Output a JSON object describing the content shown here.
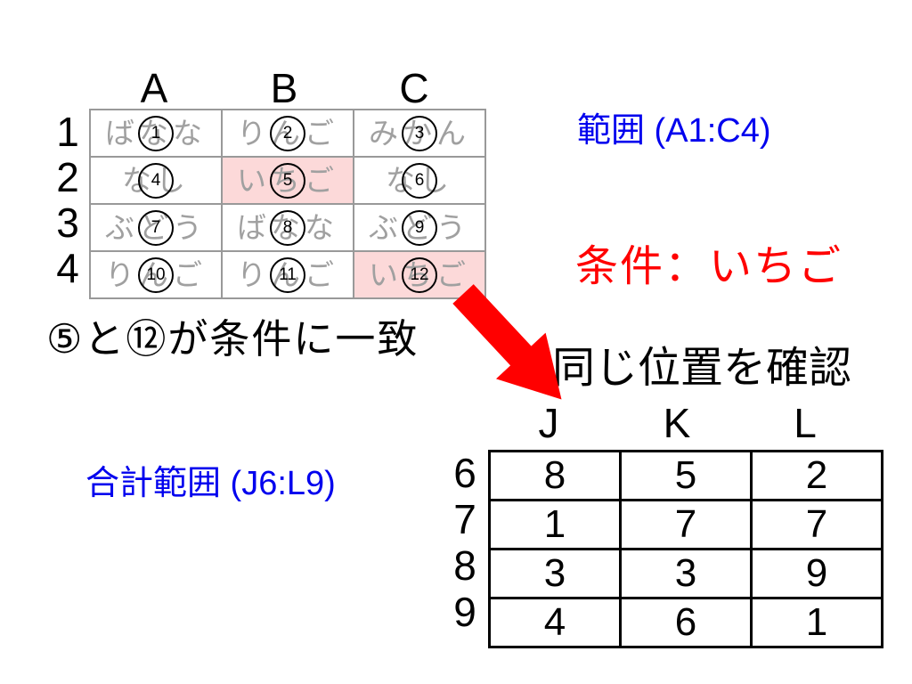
{
  "colors": {
    "blue": "#0000ee",
    "red": "#ff0000",
    "pink": "#fcd9d9",
    "gray_text": "#a0a0a0",
    "src_border": "#999999",
    "sum_border": "#000000"
  },
  "labels": {
    "range": "範囲 (A1:C4)",
    "condition": "条件：いちご",
    "match": "⑤と⑫が条件に一致",
    "check": "同じ位置を確認",
    "sum_range": "合計範囲 (J6:L9)"
  },
  "source_table": {
    "col_headers": [
      "A",
      "B",
      "C"
    ],
    "row_headers": [
      "1",
      "2",
      "3",
      "4"
    ],
    "cells": [
      [
        {
          "label": "ばなな",
          "num": "1",
          "highlight": false
        },
        {
          "label": "りんご",
          "num": "2",
          "highlight": false
        },
        {
          "label": "みかん",
          "num": "3",
          "highlight": false
        }
      ],
      [
        {
          "label": "なし",
          "num": "4",
          "highlight": false
        },
        {
          "label": "いちご",
          "num": "5",
          "highlight": true
        },
        {
          "label": "なし",
          "num": "6",
          "highlight": false
        }
      ],
      [
        {
          "label": "ぶどう",
          "num": "7",
          "highlight": false
        },
        {
          "label": "ばなな",
          "num": "8",
          "highlight": false
        },
        {
          "label": "ぶどう",
          "num": "9",
          "highlight": false
        }
      ],
      [
        {
          "label": "りんご",
          "num": "10",
          "highlight": false
        },
        {
          "label": "りんご",
          "num": "11",
          "highlight": false
        },
        {
          "label": "いちご",
          "num": "12",
          "highlight": true
        }
      ]
    ]
  },
  "sum_table": {
    "col_headers": [
      "J",
      "K",
      "L"
    ],
    "row_headers": [
      "6",
      "7",
      "8",
      "9"
    ],
    "values": [
      [
        "8",
        "5",
        "2"
      ],
      [
        "1",
        "7",
        "7"
      ],
      [
        "3",
        "3",
        "9"
      ],
      [
        "4",
        "6",
        "1"
      ]
    ]
  }
}
